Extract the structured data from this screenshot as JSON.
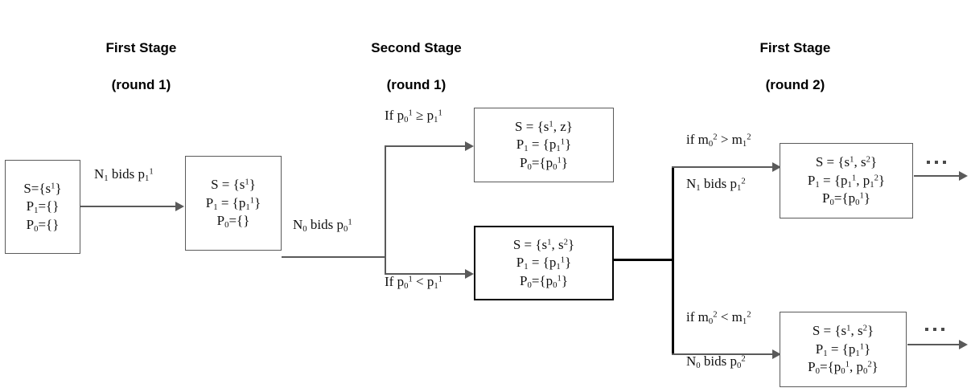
{
  "figure": {
    "title": "Two-stage bidding game state tree",
    "background": "#ffffff",
    "line_color": "#5a5a5a",
    "emphasis_color": "#000000",
    "text_color": "#111111"
  },
  "headings": [
    {
      "name": "first-stage-round1",
      "line1": "First Stage",
      "line2": "(round 1)"
    },
    {
      "name": "second-stage-round1",
      "line1": "Second Stage",
      "line2": "(round 1)"
    },
    {
      "name": "first-stage-round2",
      "line1": "First Stage",
      "line2": "(round 2)"
    }
  ],
  "nodes": [
    {
      "id": "node-initial",
      "emphasis": false,
      "lines": [
        {
          "html": "S={s<sup>1</sup>}"
        },
        {
          "html": "P<sub>1</sub>={}"
        },
        {
          "html": "P<sub>0</sub>={}"
        }
      ]
    },
    {
      "id": "node-after-n1-bid",
      "emphasis": false,
      "lines": [
        {
          "html": "S = {s<sup>1</sup>}"
        },
        {
          "html": "P<sub>1</sub> = {p<sub>1</sub><sup>1</sup>}"
        },
        {
          "html": "P<sub>0</sub>={}"
        }
      ]
    },
    {
      "id": "node-terminal-z",
      "emphasis": false,
      "lines": [
        {
          "html": "S = {s<sup>1</sup>, z}"
        },
        {
          "html": "P<sub>1</sub> = {p<sub>1</sub><sup>1</sup>}"
        },
        {
          "html": "P<sub>0</sub>={p<sub>0</sub><sup>1</sup>}"
        }
      ]
    },
    {
      "id": "node-continue-s2",
      "emphasis": true,
      "lines": [
        {
          "html": "S = {s<sup>1</sup>, s<sup>2</sup>}"
        },
        {
          "html": "P<sub>1</sub> = {p<sub>1</sub><sup>1</sup>}"
        },
        {
          "html": "P<sub>0</sub>={p<sub>0</sub><sup>1</sup>}"
        }
      ]
    },
    {
      "id": "node-round2-n1",
      "emphasis": false,
      "lines": [
        {
          "html": "S = {s<sup>1</sup>, s<sup>2</sup>}"
        },
        {
          "html": "P<sub>1</sub> = {p<sub>1</sub><sup>1</sup>, p<sub>1</sub><sup>2</sup>}"
        },
        {
          "html": "P<sub>0</sub>={p<sub>0</sub><sup>1</sup>}"
        }
      ]
    },
    {
      "id": "node-round2-n0",
      "emphasis": false,
      "lines": [
        {
          "html": "S = {s<sup>1</sup>, s<sup>2</sup>}"
        },
        {
          "html": "P<sub>1</sub> = {p<sub>1</sub><sup>1</sup>}"
        },
        {
          "html": "P<sub>0</sub>={p<sub>0</sub><sup>1</sup>, p<sub>0</sub><sup>2</sup>}"
        }
      ]
    }
  ],
  "edge_labels": [
    {
      "id": "label-n1-bids-p11",
      "html": "N<sub>1</sub> bids p<sub>1</sub><sup>1</sup>"
    },
    {
      "id": "label-n0-bids-p01",
      "html": "N<sub>0</sub> bids p<sub>0</sub><sup>1</sup>"
    },
    {
      "id": "label-if-p0-ge-p1",
      "html": "If p<sub>0</sub><sup>1</sup> &ge; p<sub>1</sub><sup>1</sup>"
    },
    {
      "id": "label-if-p0-lt-p1",
      "html": "If p<sub>0</sub><sup>1</sup> &lt; p<sub>1</sub><sup>1</sup>"
    },
    {
      "id": "label-if-m0-gt-m1",
      "html": "if m<sub>0</sub><sup>2</sup> &gt; m<sub>1</sub><sup>2</sup>"
    },
    {
      "id": "label-n1-bids-p12",
      "html": "N<sub>1</sub> bids p<sub>1</sub><sup>2</sup>"
    },
    {
      "id": "label-if-m0-lt-m1",
      "html": "if m<sub>0</sub><sup>2</sup> &lt; m<sub>1</sub><sup>2</sup>"
    },
    {
      "id": "label-n0-bids-p02",
      "html": "N<sub>0</sub> bids p<sub>0</sub><sup>2</sup>"
    }
  ],
  "ellipses": [
    {
      "id": "ellipsis-top",
      "dots": 3
    },
    {
      "id": "ellipsis-bottom",
      "dots": 3
    }
  ]
}
